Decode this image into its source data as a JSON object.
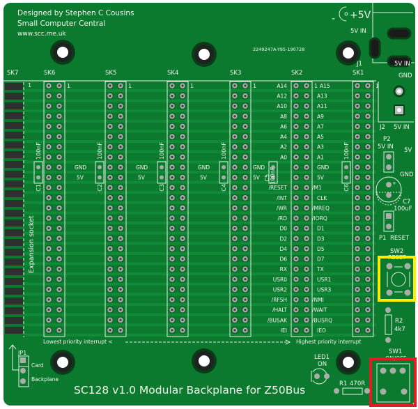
{
  "colors": {
    "board": "#0b7a2e",
    "trace": "#118a38",
    "silk": "#f2f5ef",
    "pad": "#a9aea9",
    "highlight_sw2": "#ffee00",
    "highlight_sw1": "#e31b23"
  },
  "credits": {
    "line1": "Designed by Stephen C Cousins",
    "line2": "Small Computer Central",
    "line3": "www.scc.me.uk"
  },
  "order_code": "2249247A-Y95-190728",
  "power": {
    "minus": "-",
    "plus5v": "+5V",
    "j1_label": "J1",
    "j1_in_top": "5V IN",
    "j1_in_bottom": "5V IN",
    "gnd": "GND",
    "j2_label": "J2",
    "j2_in": "5V IN",
    "p2_label": "P2",
    "p2_in": "5V IN",
    "p2_5v": "5V",
    "p2_gnd": "GND",
    "c7_label": "C7",
    "c7_value": "100uF",
    "p1_label": "P1",
    "p1_reset": "RESET"
  },
  "sockets": [
    "SK7",
    "SK6",
    "SK5",
    "SK4",
    "SK3",
    "SK2",
    "SK1"
  ],
  "pin1_marker": "1",
  "capacitors": [
    {
      "ref": "C1",
      "value": "100nF"
    },
    {
      "ref": "C2",
      "value": "100nF"
    },
    {
      "ref": "C3",
      "value": "100nF"
    },
    {
      "ref": "C4",
      "value": "100nF"
    },
    {
      "ref": "C5",
      "value": "100nF"
    },
    {
      "ref": "C6",
      "value": "100nF"
    }
  ],
  "rail_labels": {
    "gnd": "GND",
    "v5": "5V"
  },
  "signals_left": [
    "A14",
    "A12",
    "A10",
    "A8",
    "A6",
    "A4",
    "A2",
    "A0",
    "GND",
    "5V",
    "/RESET",
    "/INT",
    "/WR",
    "/RD",
    "D0",
    "D2",
    "D4",
    "D6",
    "RX",
    "USR0",
    "USR2",
    "/RFSH",
    "/HALT",
    "/BUSAK",
    "IEI"
  ],
  "signals_right": [
    "A15",
    "A13",
    "A11",
    "A9",
    "A7",
    "A5",
    "A3",
    "A1",
    "GND",
    "5V",
    "/M1",
    "CLK",
    "/MREQ",
    "/IORQ",
    "D1",
    "D3",
    "D5",
    "D7",
    "TX",
    "USR1",
    "USR3",
    "/NMI",
    "/WAIT",
    "/BUSRQ",
    "IEO"
  ],
  "expansion_label": "Expansion socket",
  "priority": {
    "lowest": "Lowest priority interrupt <",
    "highest": "Highest priority interrupt"
  },
  "jp1": {
    "label": "JP1",
    "card": "Card",
    "backplane": "Backplane"
  },
  "sw2": {
    "label": "SW2",
    "name": "RESET"
  },
  "r2": {
    "label": "R2",
    "value": "4k7"
  },
  "sw1": {
    "label": "SW1",
    "name": "ON/OFF"
  },
  "led1": {
    "label": "LED1",
    "name": "ON"
  },
  "r1": {
    "label": "R1",
    "value": "470R"
  },
  "title": "SC128 v1.0 Modular Backplane for Z50Bus"
}
